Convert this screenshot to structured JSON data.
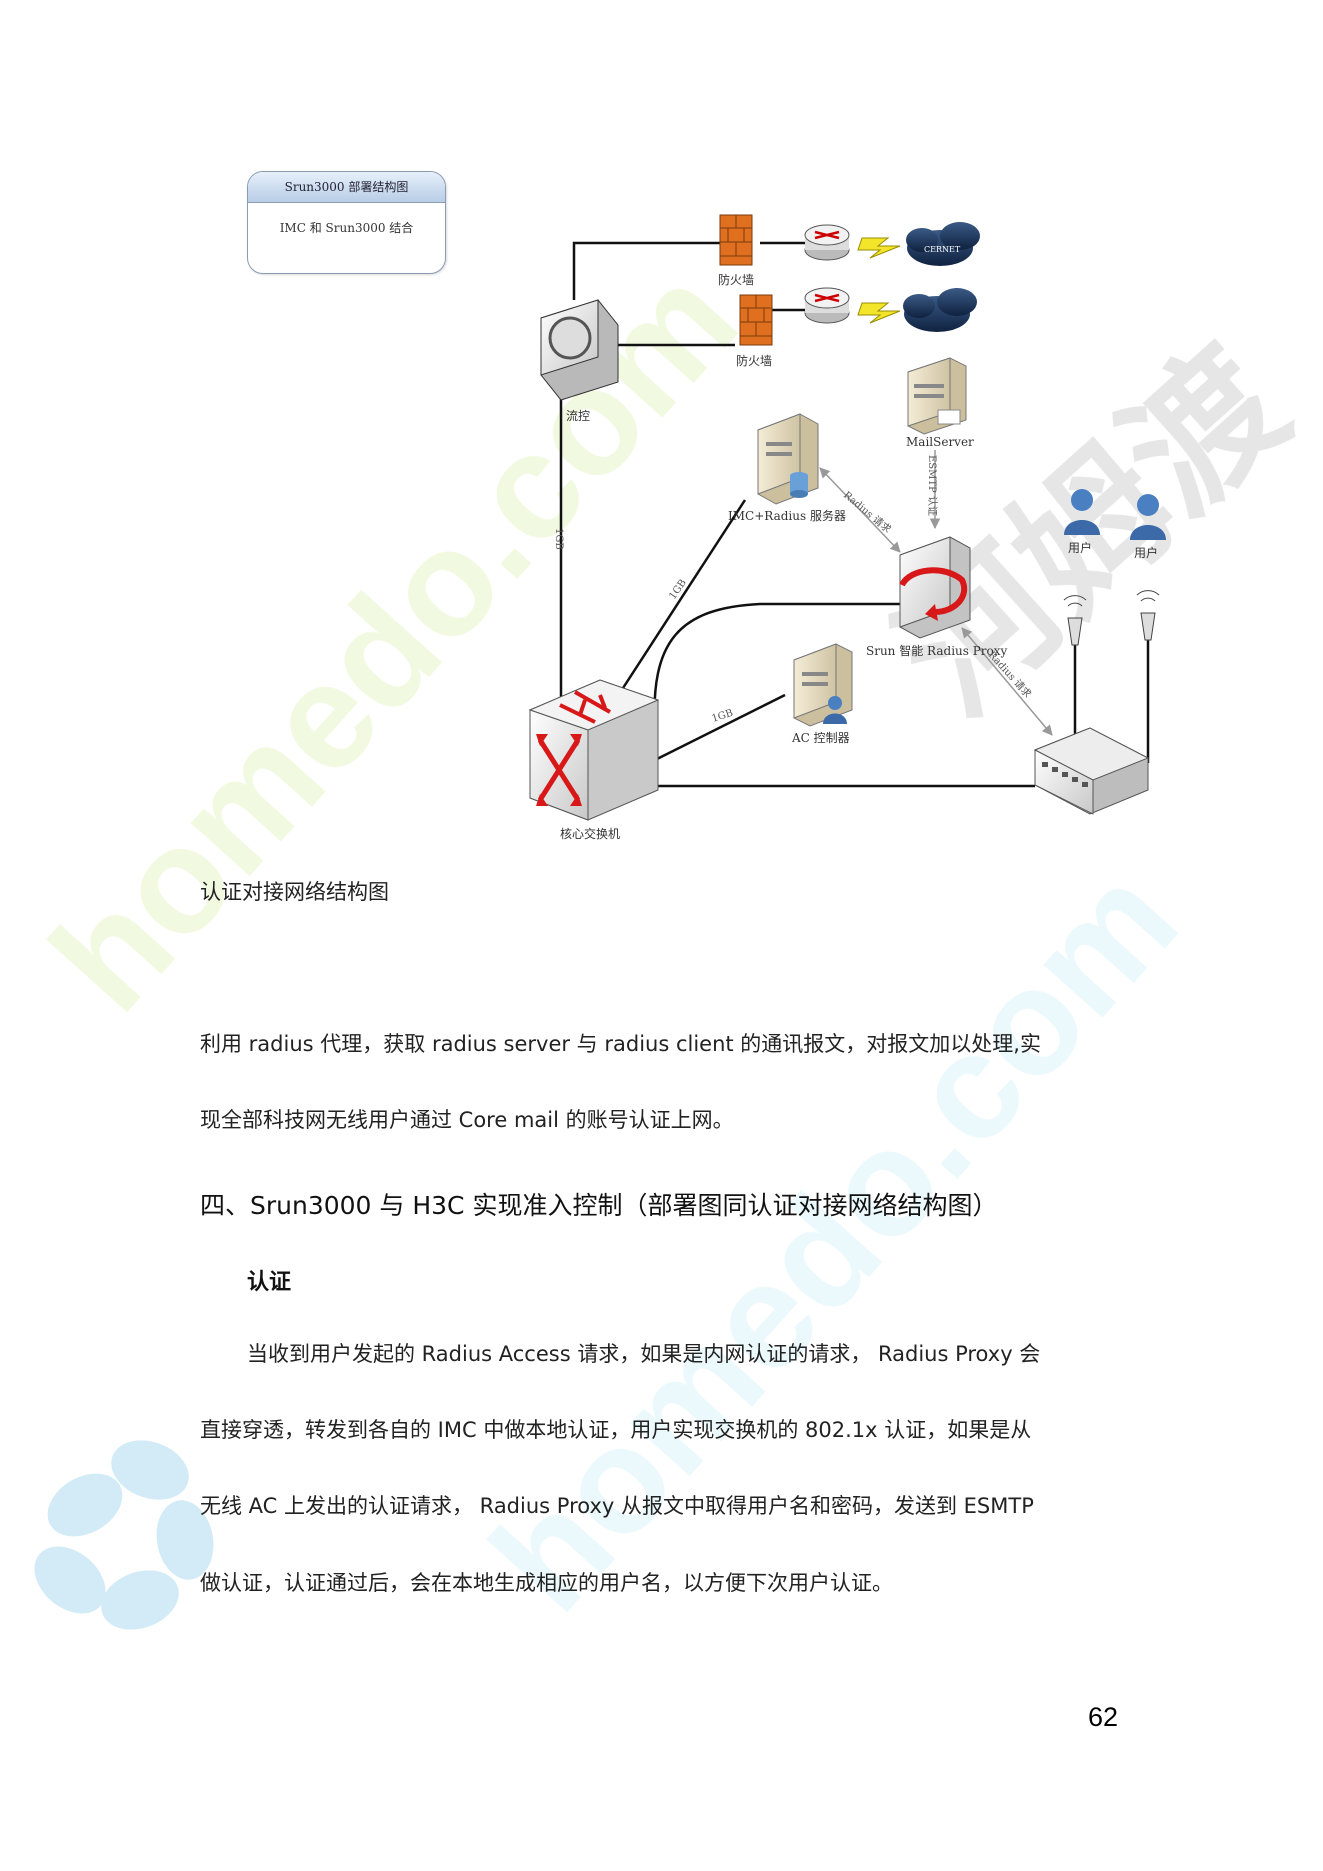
{
  "legend": {
    "title": "Srun3000 部署结构图",
    "subtitle": "IMC 和 Srun3000 结合"
  },
  "diagram": {
    "firewall1_label": "防火墙",
    "firewall2_label": "防火墙",
    "cloud1_label": "CERNET",
    "flow_control_label": "流控",
    "mail_server_label": "MailServer",
    "imc_radius_label": "IMC+Radius 服务器",
    "smtp_link_label": "ESMTP 认证",
    "radius_link1_label": "Radius 请求",
    "radius_link2_label": "Radius 请求",
    "user1_label": "用户",
    "user2_label": "用户",
    "srun_proxy_label": "Srun 智能 Radius Proxy",
    "ac_label": "AC 控制器",
    "core_switch_label": "核心交换机",
    "link_1g_a": "1GB",
    "link_1g_b": "1GB",
    "link_1g_c": "1GB"
  },
  "document": {
    "figure_caption": "认证对接网络结构图",
    "para1_line1": "利用 radius 代理，获取 radius server 与 radius client 的通讯报文，对报文加以处理,实",
    "para1_line2": "现全部科技网无线用户通过 Core mail 的账号认证上网。",
    "section_heading": "四、Srun3000 与 H3C 实现准入控制（部署图同认证对接网络结构图）",
    "subheading": "认证",
    "para2_line1": "当收到用户发起的 Radius Access 请求，如果是内网认证的请求， Radius Proxy 会",
    "para2_line2": "直接穿透，转发到各自的 IMC 中做本地认证，用户实现交换机的 802.1x 认证，如果是从",
    "para2_line3": "无线 AC 上发出的认证请求， Radius Proxy 从报文中取得用户名和密码，发送到 ESMTP",
    "para2_line4": "做认证，认证通过后，会在本地生成相应的用户名，以方便下次用户认证。",
    "page_number": "62"
  },
  "watermark": {
    "text1": "homedo.com",
    "text2": "homedo.com",
    "text3": "河姆渡"
  }
}
